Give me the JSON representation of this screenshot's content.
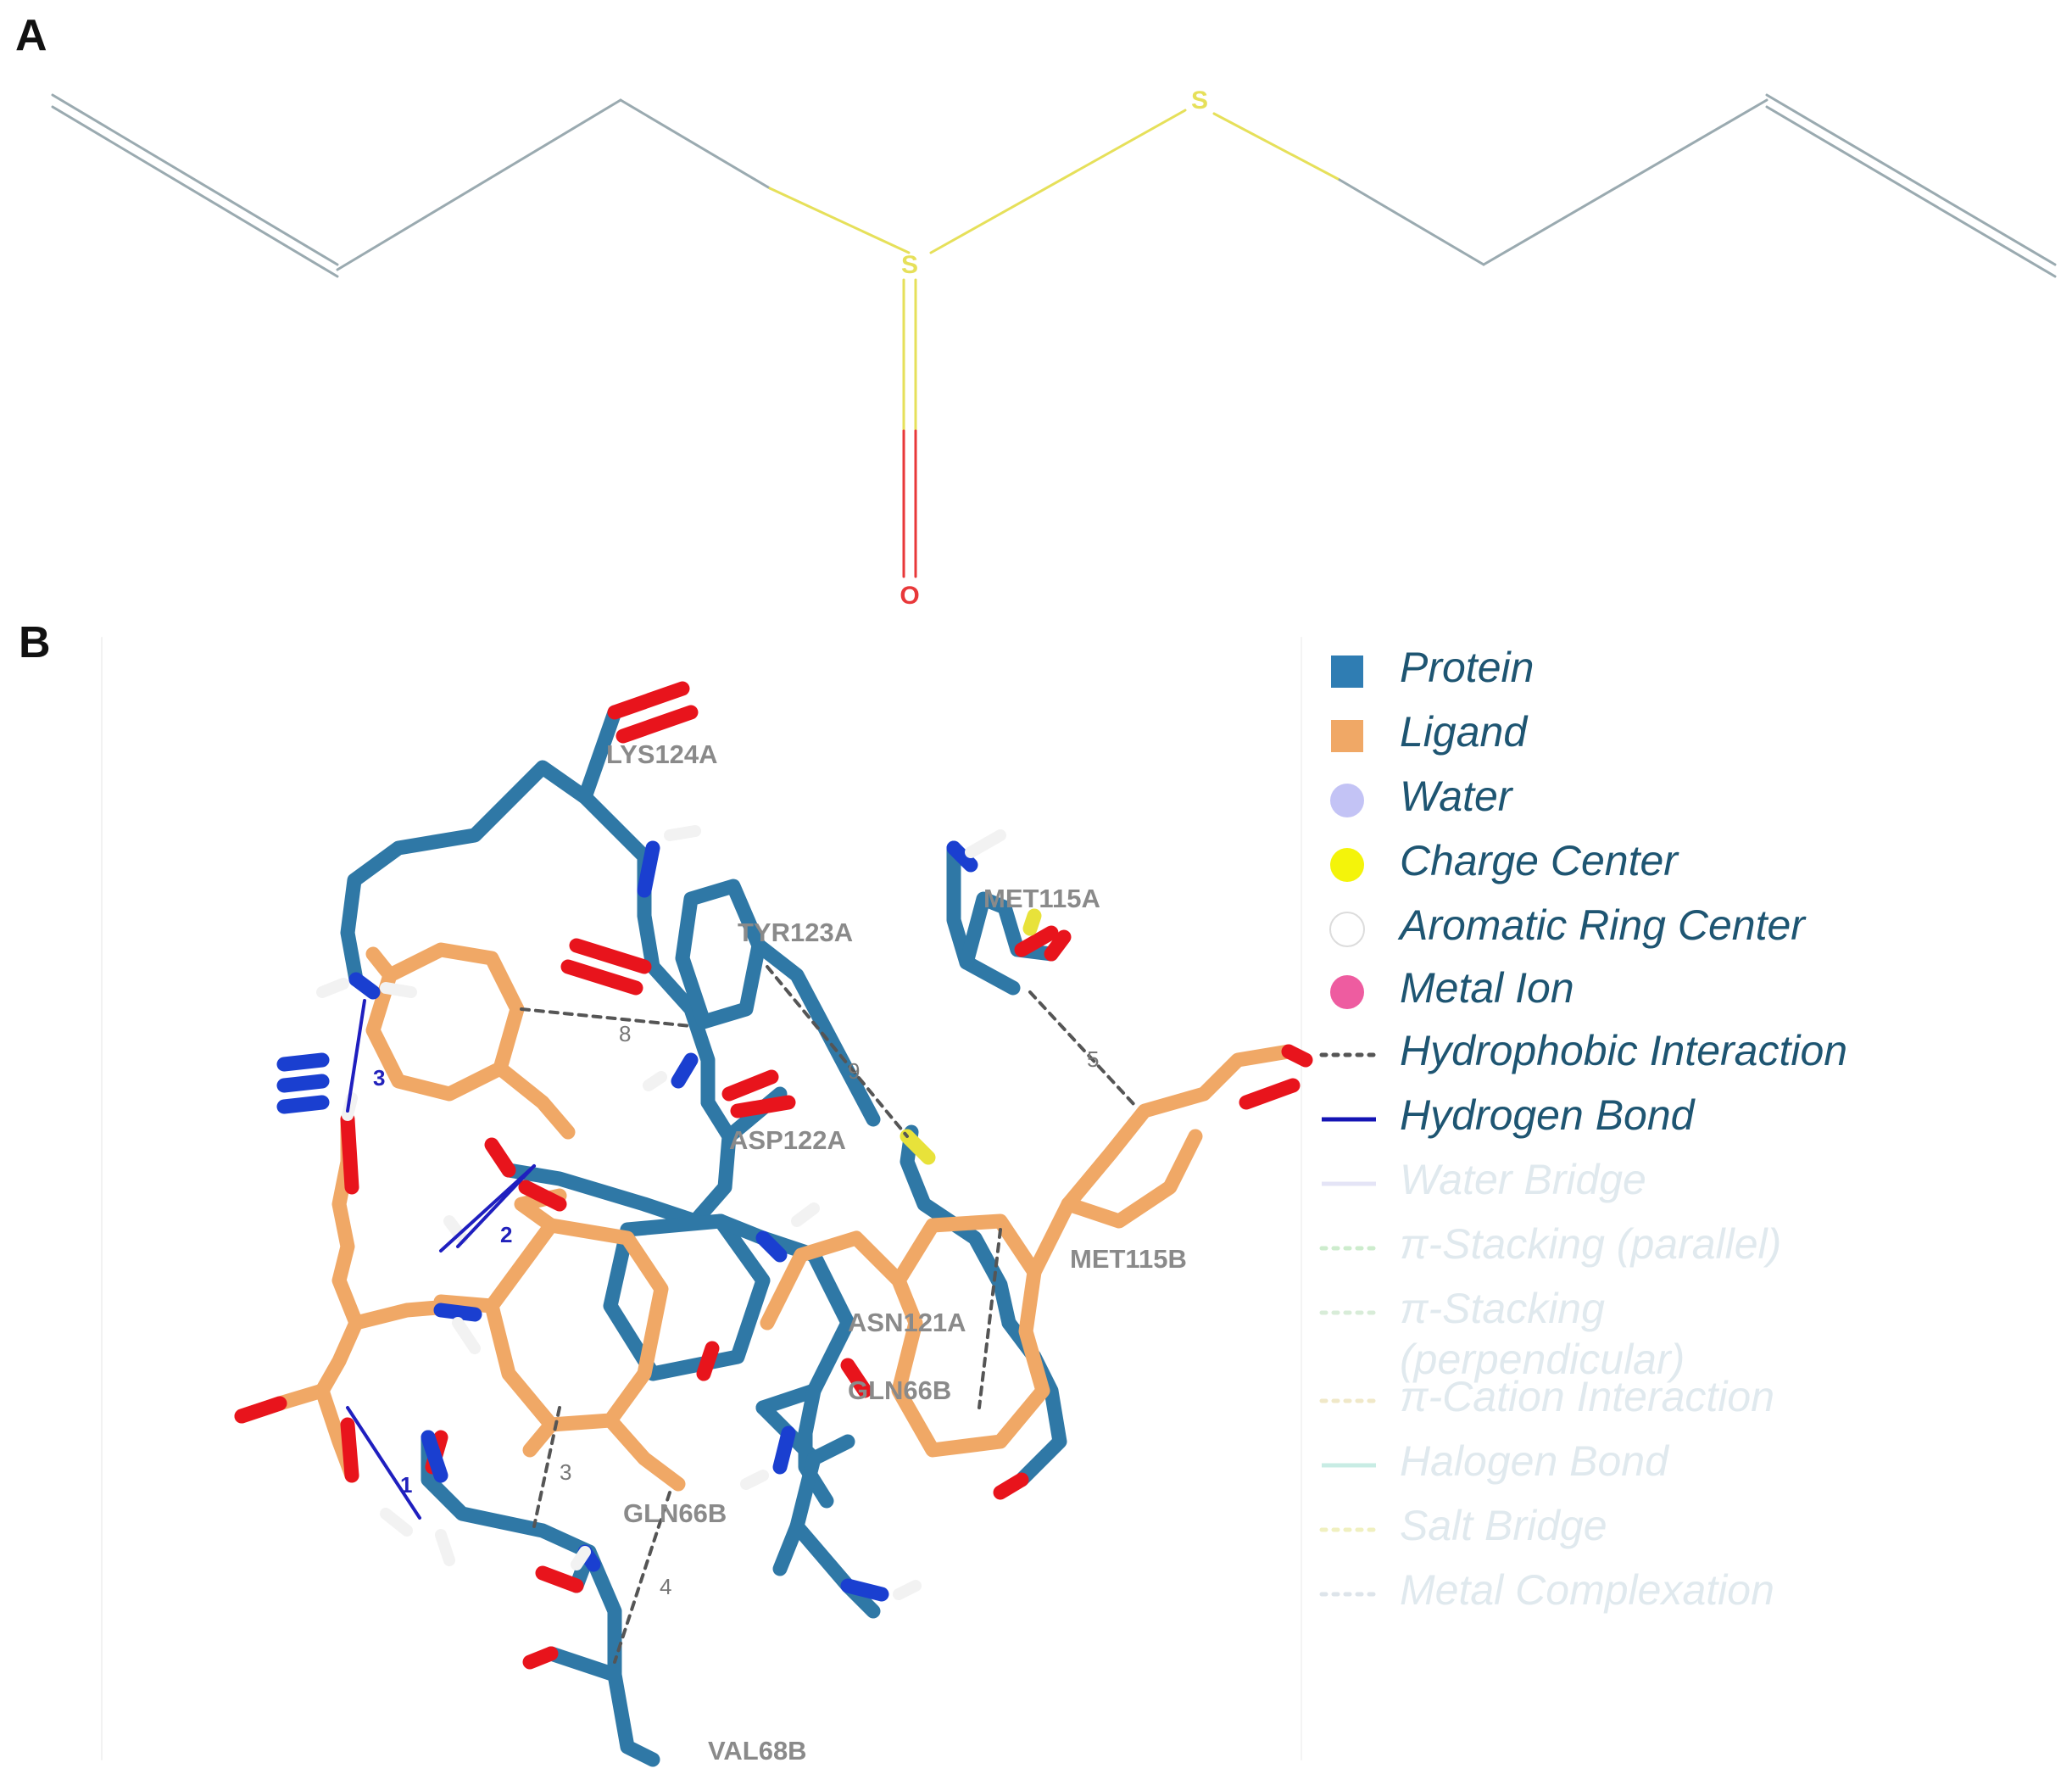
{
  "panels": {
    "a_label": "A",
    "b_label": "B"
  },
  "molecule": {
    "atoms": {
      "s_top": "S",
      "s_mid": "S",
      "o": "O"
    },
    "colors": {
      "carbon_bond": "#9aaab0",
      "sulfur": "#e6e05a",
      "oxygen": "#e8383a"
    }
  },
  "complex": {
    "residues": {
      "lys124a": "LYS124A",
      "tyr123a": "TYR123A",
      "met115a": "MET115A",
      "asp122a": "ASP122A",
      "met115b": "MET115B",
      "asn121a": "ASN121A",
      "gln66b_mid": "GLN66B",
      "gln66b": "GLN66B",
      "val68b": "VAL68B"
    },
    "hydrophobic_labels": {
      "d3": "3",
      "d4": "4",
      "d5": "5",
      "d8": "8",
      "d9": "9"
    },
    "hbond_labels": {
      "h1": "1",
      "h2": "2",
      "h3": "3"
    },
    "colors": {
      "protein": "#2f78a6",
      "ligand": "#f0a866",
      "oxygen": "#e8141c",
      "nitrogen": "#1a3fd0",
      "hydrogen": "#f2f2f2",
      "sulfur": "#e8e23a",
      "hbond": "#1f1fbf",
      "hydrophobic": "#555555"
    }
  },
  "legend": {
    "items": [
      {
        "label": "Protein",
        "marker": "square",
        "color": "#2f7db3",
        "active": true
      },
      {
        "label": "Ligand",
        "marker": "square",
        "color": "#f0a866",
        "active": true
      },
      {
        "label": "Water",
        "marker": "circle",
        "color": "#c3c3f5",
        "active": true
      },
      {
        "label": "Charge Center",
        "marker": "circle",
        "color": "#f4f40a",
        "active": true
      },
      {
        "label": "Aromatic Ring Center",
        "marker": "circle-outline",
        "color": "#ffffff",
        "active": true
      },
      {
        "label": "Metal Ion",
        "marker": "circle",
        "color": "#ee5ca0",
        "active": true
      },
      {
        "label": "Hydrophobic Interaction",
        "marker": "dotted",
        "color": "#555555",
        "active": true
      },
      {
        "label": "Hydrogen Bond",
        "marker": "line",
        "color": "#1414b4",
        "active": true
      },
      {
        "label": "Water Bridge",
        "marker": "line",
        "color": "#e4e4f6",
        "active": false
      },
      {
        "label": "π-Stacking (parallel)",
        "marker": "dotted",
        "color": "#cdeccd",
        "active": false
      },
      {
        "label": "π-Stacking (perpendicular)",
        "marker": "dotted",
        "color": "#d8ecd8",
        "active": false
      },
      {
        "label": "π-Cation Interaction",
        "marker": "dotted",
        "color": "#f0e8c8",
        "active": false
      },
      {
        "label": "Halogen Bond",
        "marker": "line",
        "color": "#c8ece4",
        "active": false
      },
      {
        "label": "Salt Bridge",
        "marker": "dotted",
        "color": "#f0f0c0",
        "active": false
      },
      {
        "label": "Metal Complexation",
        "marker": "dotted",
        "color": "#dde4ea",
        "active": false
      }
    ]
  }
}
